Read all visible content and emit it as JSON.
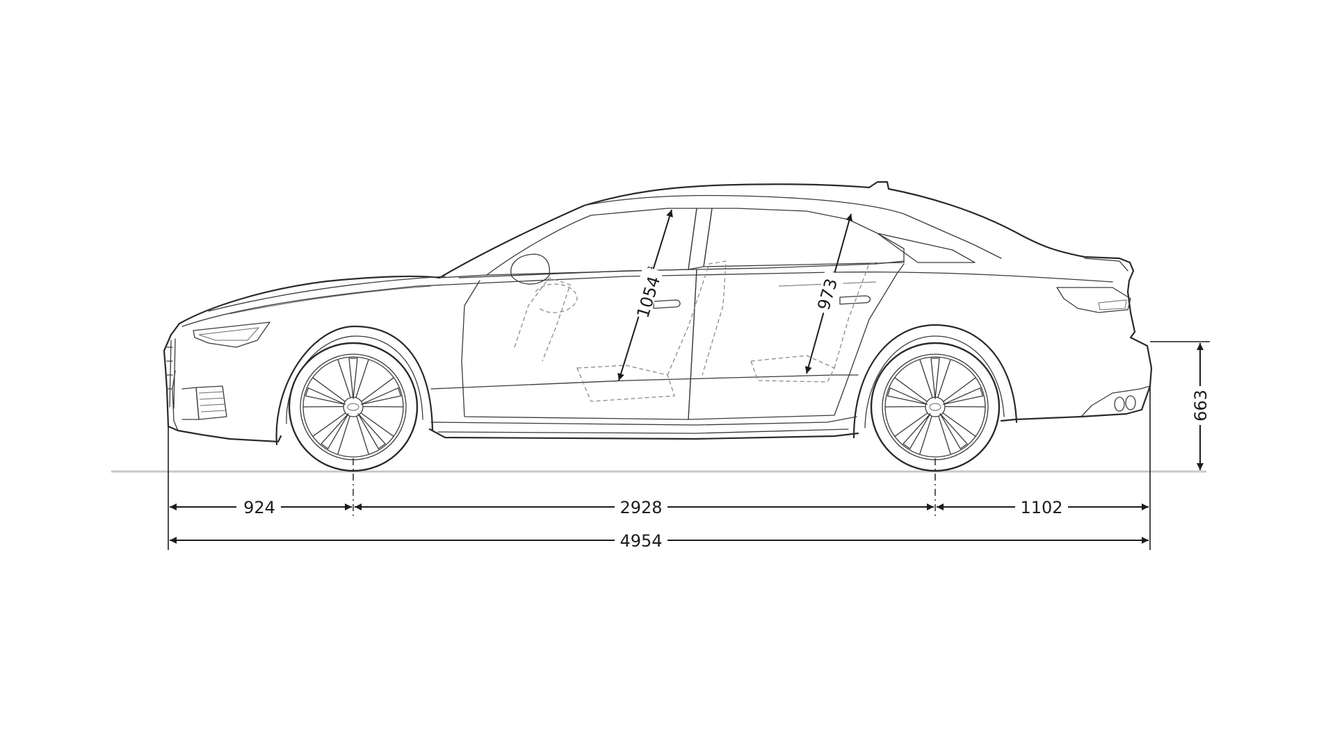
{
  "dimensions": {
    "front_overhang": "924",
    "wheelbase": "2928",
    "rear_overhang": "1102",
    "overall_length": "4954",
    "front_headroom": "1054",
    "front_headroom_marker": "¹",
    "rear_headroom": "973",
    "trunk_sill_height": "663"
  },
  "colors": {
    "line": "#2a2a2a",
    "ground": "#c8c8c8",
    "background": "#ffffff"
  }
}
